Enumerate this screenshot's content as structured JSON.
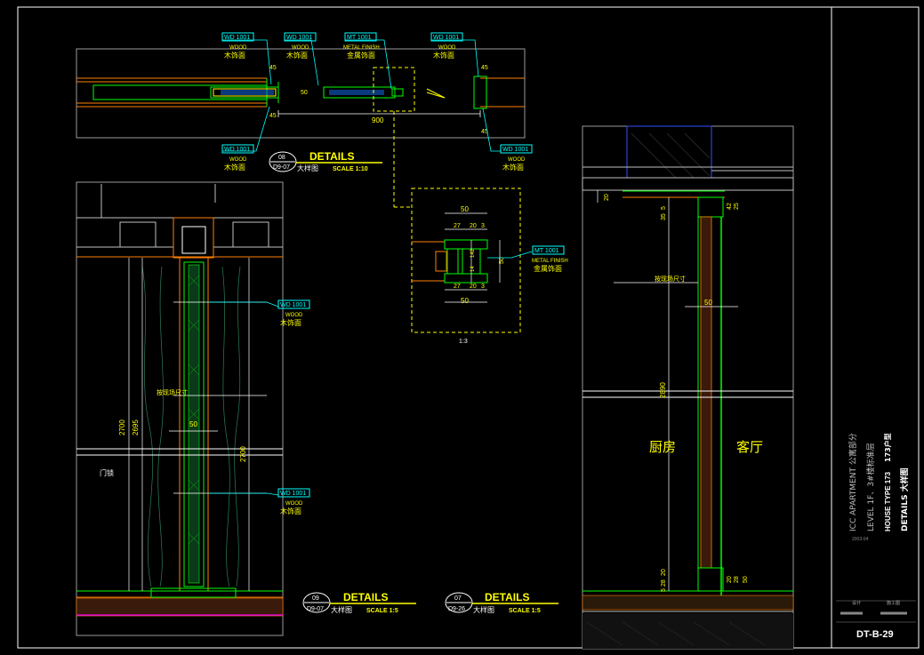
{
  "colors": {
    "background": "#000000",
    "frame": "#ffffff",
    "wood_tag": "#00ffff",
    "label": "#ffff00",
    "structure": "#00ff00",
    "finish": "#ff7f00",
    "magenta": "#ff00ff",
    "blue": "#3050ff",
    "gray": "#808080"
  },
  "tags": {
    "wd": "WD 1001",
    "mt": "MT 1001",
    "wood": "WOOD",
    "wood_cn": "木饰面",
    "metal_finish": "METAL FINISH",
    "metal_cn": "金属饰面"
  },
  "plan_detail": {
    "dim_900": "900",
    "dim_50": "50",
    "dim_45": "45"
  },
  "enlarged": {
    "dims": [
      "50",
      "27",
      "20",
      "3",
      "50",
      "142",
      "14",
      "27",
      "20",
      "3",
      "50"
    ],
    "scale": "1:3"
  },
  "section_left": {
    "dims": [
      "2700",
      "2695",
      "50",
      "2700"
    ],
    "note": "按现场尺寸",
    "door_lock": "门锁"
  },
  "section_right": {
    "dims": [
      "20",
      "5",
      "35",
      "42",
      "25",
      "50",
      "2890",
      "20",
      "28",
      "5",
      "20",
      "28",
      "50"
    ],
    "note": "按现场尺寸",
    "kitchen": "厨房",
    "living": "客厅"
  },
  "detail_titles": [
    {
      "num": "08",
      "title": "DETAILS",
      "ref": "D9-07",
      "cn": "大样图",
      "scale": "SCALE 1:10"
    },
    {
      "num": "09",
      "title": "DETAILS",
      "ref": "D9-07",
      "cn": "大样图",
      "scale": "SCALE 1:5"
    },
    {
      "num": "07",
      "title": "DETAILS",
      "ref": "D9-26",
      "cn": "大样图",
      "scale": "SCALE 1:5"
    }
  ],
  "title_block": {
    "project": "ICC APARTMENT 公寓部分",
    "level": "LEVEL 1F、3#楼标准层",
    "house_type": "HOUSE TYPE 173",
    "house_type_cn": "173户型",
    "sheet_title": "DETAILS 大样图",
    "date": "2003-04",
    "sign1": "设计",
    "sign2": "施工图",
    "drawing_no": "DT-B-29"
  }
}
